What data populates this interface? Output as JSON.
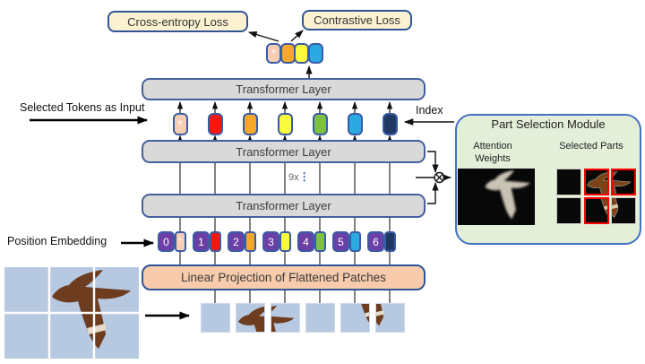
{
  "diagram": {
    "losses": [
      {
        "label": "Cross-entropy Loss"
      },
      {
        "label": "Contrastive Loss"
      }
    ],
    "transformer_layer_label": "Transformer Layer",
    "repeat_label": "9x",
    "repeat_dots": "⋮",
    "left_labels": {
      "selected_tokens": "Selected Tokens as Input",
      "position_embedding": "Position Embedding"
    },
    "index_label": "Index",
    "linear_projection_label": "Linear Projection of Flattened Patches",
    "class_token_symbol": "*",
    "positions": [
      "0",
      "1",
      "2",
      "3",
      "4",
      "5",
      "6"
    ],
    "token_colors": {
      "class": "#F6CEB4",
      "red": "#FB1408",
      "orange": "#F7A828",
      "yellow": "#FBFB3D",
      "green": "#7CC143",
      "blue": "#2BAAE2",
      "navy": "#1F3864"
    },
    "cluster_tokens": [
      "class",
      "orange",
      "yellow",
      "blue"
    ],
    "sequence_tokens": [
      "class",
      "red",
      "orange",
      "yellow",
      "green",
      "blue",
      "navy"
    ],
    "position_box_color": "#6C3FA6",
    "module": {
      "title": "Part Selection Module",
      "attention_label": "Attention Weights",
      "selected_label": "Selected Parts",
      "selected_cells": [
        {
          "selected": false
        },
        {
          "selected": true
        },
        {
          "selected": true
        },
        {
          "selected": false
        },
        {
          "selected": true
        },
        {
          "selected": false
        }
      ],
      "highlight_color": "#FE0000",
      "background_color": "#E3EFD9"
    },
    "accent_colors": {
      "box_border_blue": "#2F5597",
      "layer_fill_gray": "#D9D9D9",
      "projection_fill_peach": "#F7CBAC",
      "loss_fill_cream": "#FCF2D2"
    }
  }
}
